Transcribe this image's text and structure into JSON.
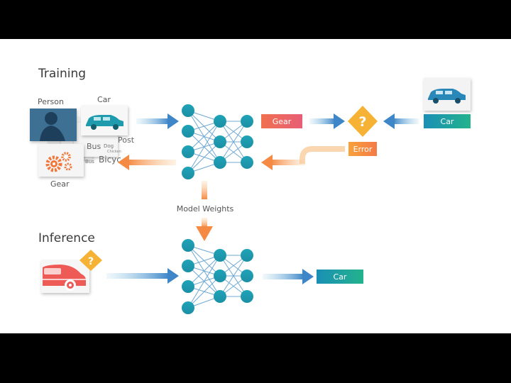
{
  "sections": {
    "training": "Training",
    "inference": "Inference"
  },
  "training": {
    "card_labels": {
      "person": "Person",
      "car": "Car",
      "gear": "Gear"
    },
    "stack_words": [
      "Bus",
      "Dog",
      "Post",
      "Bicyc",
      "Bus",
      "Chicken"
    ],
    "prediction": "Gear",
    "ground_truth": "Car",
    "error": "Error",
    "unknown_symbol": "?"
  },
  "model_weights": "Model Weights",
  "inference": {
    "unknown_symbol": "?",
    "prediction": "Car"
  },
  "colors": {
    "node": "#1E9CAE",
    "blue_arrow": "#3F86C8",
    "orange_arrow": "#F58A44",
    "prediction_box": "#EE6A55",
    "teal_box": "#1FA98E",
    "diamond": "#F6B234"
  }
}
